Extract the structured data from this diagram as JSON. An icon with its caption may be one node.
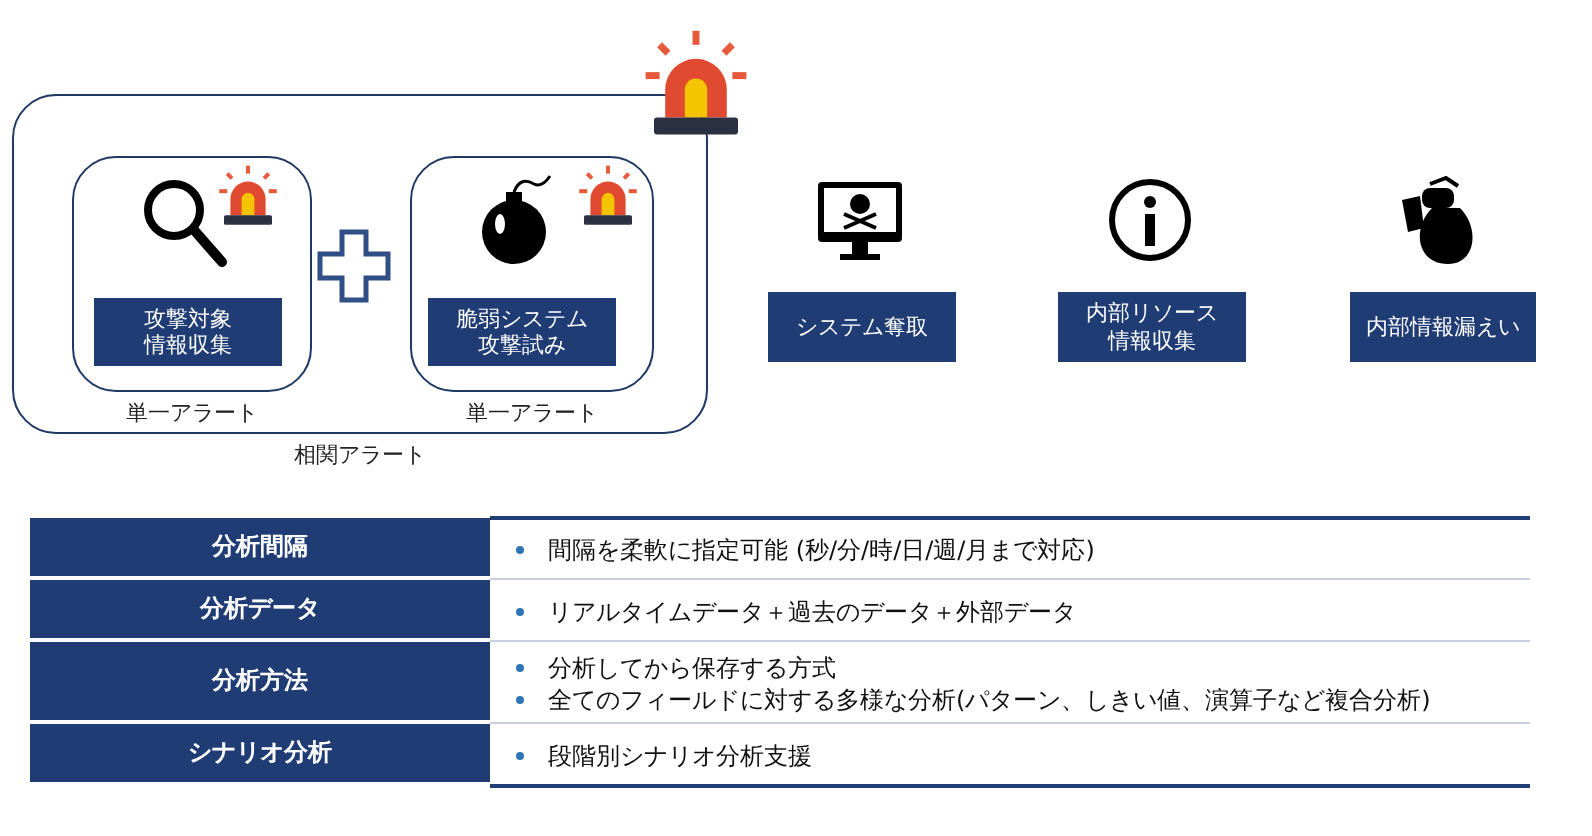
{
  "diagram": {
    "nodes": [
      {
        "text": [
          "相関アラート"
        ]
      },
      {
        "text": [
          "単一アラート"
        ],
        "in": 0
      },
      {
        "text": [
          "攻撃対象情報収集"
        ],
        "in": 1
      },
      {
        "text": [
          "単一アラート"
        ],
        "in": 0
      },
      {
        "text": [
          "脆弱システム攻撃試み"
        ],
        "in": 3
      },
      {
        "text": [
          "システム奪取"
        ]
      },
      {
        "text": [
          "内部リソース情報収集"
        ]
      },
      {
        "text": [
          "内部情報漏えい"
        ]
      }
    ],
    "labels": [
      "分析間隔",
      "間隔を柔軟に指定可能 (秒/分/時/日/週/月まで対応)",
      "分析データ",
      "リアルタイムデータ＋過去のデータ＋外部データ",
      "分析方法",
      "分析してから保存する方式",
      "全てのフィールドに対する多様な分析(パターン、しきい値、演算子など複合分析)",
      "シナリオ分析",
      "段階別シナリオ分析支援"
    ]
  }
}
